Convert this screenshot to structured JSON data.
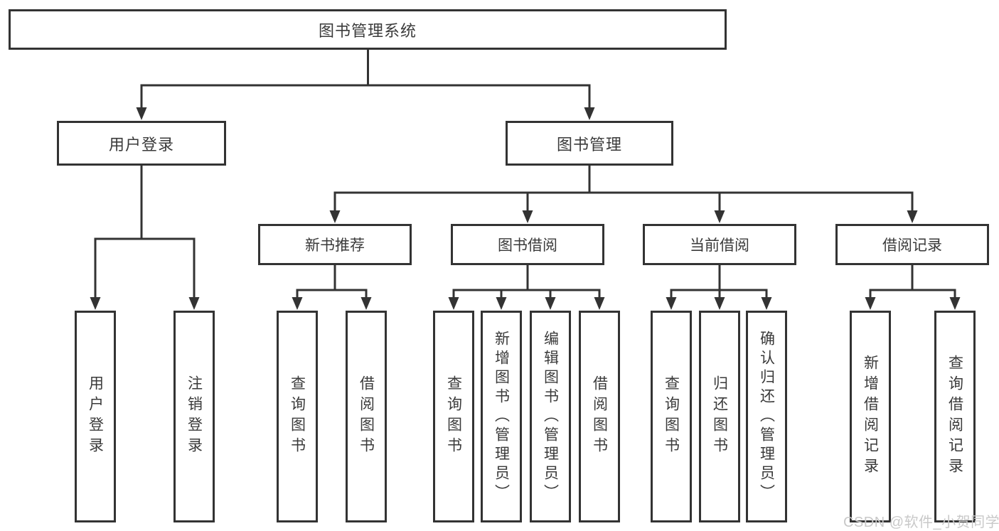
{
  "diagram": {
    "root": {
      "label": "图书管理系统"
    },
    "branches": [
      {
        "label": "用户登录",
        "children": [
          {
            "label": "用户登录"
          },
          {
            "label": "注销登录"
          }
        ]
      },
      {
        "label": "图书管理",
        "children": [
          {
            "label": "新书推荐",
            "children": [
              {
                "label": "查询图书"
              },
              {
                "label": "借阅图书"
              }
            ]
          },
          {
            "label": "图书借阅",
            "children": [
              {
                "label": "查询图书"
              },
              {
                "label": "新增图书（管理员）"
              },
              {
                "label": "编辑图书（管理员）"
              },
              {
                "label": "借阅图书"
              }
            ]
          },
          {
            "label": "当前借阅",
            "children": [
              {
                "label": "查询图书"
              },
              {
                "label": "归还图书"
              },
              {
                "label": "确认归还（管理员）"
              }
            ]
          },
          {
            "label": "借阅记录",
            "children": [
              {
                "label": "新增借阅记录"
              },
              {
                "label": "查询借阅记录"
              }
            ]
          }
        ]
      }
    ]
  },
  "watermark": {
    "text": "CSDN @软件_小贺同学"
  },
  "colors": {
    "line": "#333333",
    "box_border": "#333333",
    "text": "#3a3a3a",
    "background": "#ffffff",
    "watermark": "#c9c9c9"
  }
}
